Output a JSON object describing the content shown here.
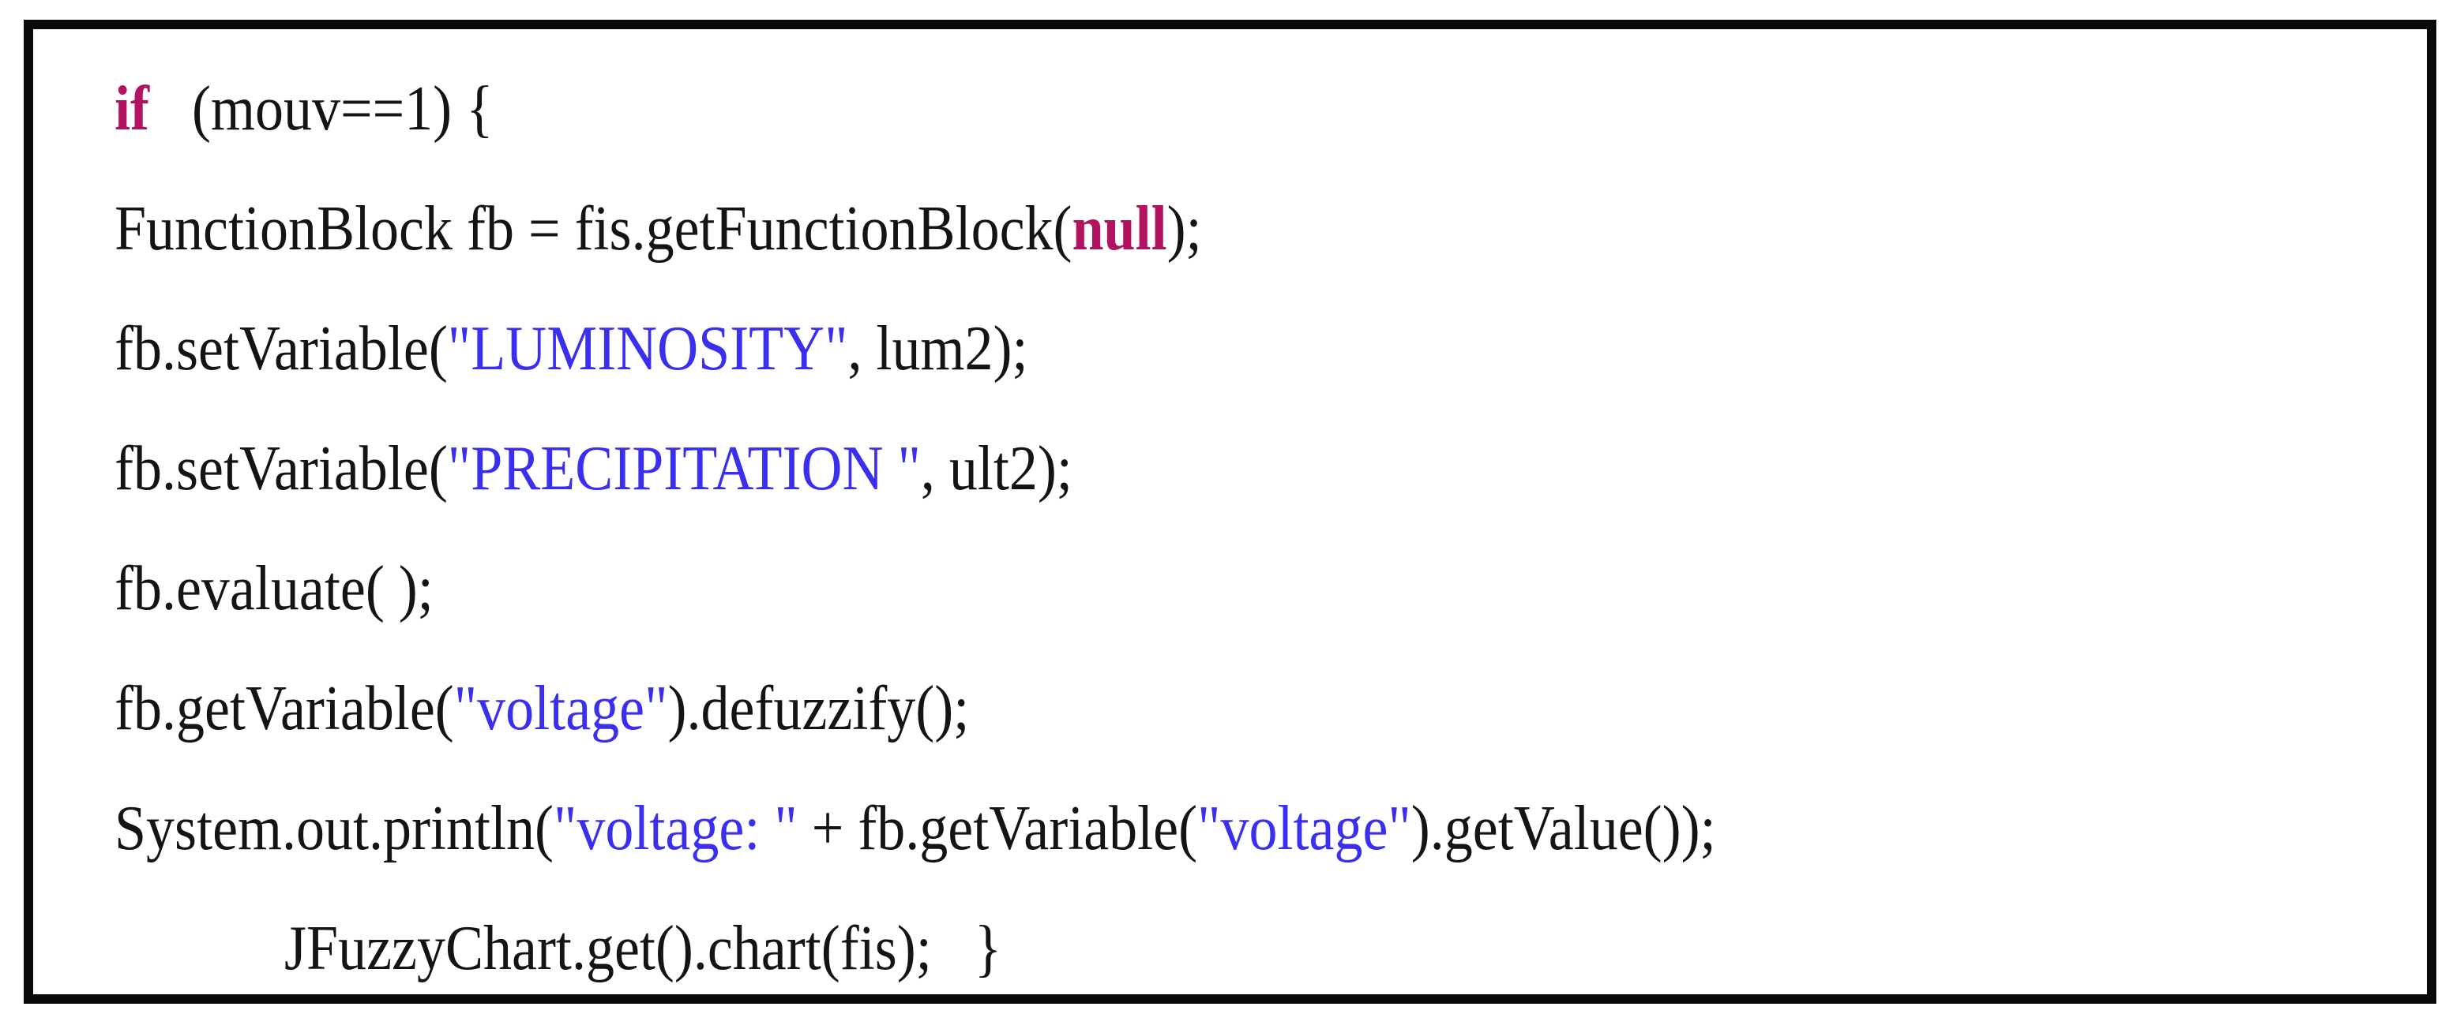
{
  "colors": {
    "background": "#ffffff",
    "border": "#0a0a0a",
    "text": "#141414",
    "keyword": "#b1135e",
    "string": "#3a2ff0"
  },
  "code": {
    "lines": [
      {
        "segments": [
          {
            "text": "if",
            "style": "keyword"
          },
          {
            "text": "   (mouv==1) {",
            "style": "plain"
          }
        ]
      },
      {
        "segments": [
          {
            "text": "FunctionBlock fb = fis.getFunctionBlock(",
            "style": "plain"
          },
          {
            "text": "null",
            "style": "keyword"
          },
          {
            "text": ");",
            "style": "plain"
          }
        ]
      },
      {
        "segments": [
          {
            "text": "fb.setVariable(",
            "style": "plain"
          },
          {
            "text": "\"LUMINOSITY\"",
            "style": "string"
          },
          {
            "text": ", lum2);",
            "style": "plain"
          }
        ]
      },
      {
        "segments": [
          {
            "text": "fb.setVariable(",
            "style": "plain"
          },
          {
            "text": "\"PRECIPITATION \"",
            "style": "string"
          },
          {
            "text": ", ult2);",
            "style": "plain"
          }
        ]
      },
      {
        "segments": [
          {
            "text": "fb.evaluate( );",
            "style": "plain"
          }
        ]
      },
      {
        "segments": [
          {
            "text": "fb.getVariable(",
            "style": "plain"
          },
          {
            "text": "\"voltage\"",
            "style": "string"
          },
          {
            "text": ").defuzzify();",
            "style": "plain"
          }
        ]
      },
      {
        "segments": [
          {
            "text": "System.out.println(",
            "style": "plain"
          },
          {
            "text": "\"voltage: \"",
            "style": "string"
          },
          {
            "text": " + fb.getVariable(",
            "style": "plain"
          },
          {
            "text": "\"voltage\"",
            "style": "string"
          },
          {
            "text": ").getValue());",
            "style": "plain"
          }
        ]
      },
      {
        "segments": [
          {
            "text": "JFuzzyChart.get().chart(fis);   }",
            "style": "plain"
          }
        ]
      }
    ]
  }
}
